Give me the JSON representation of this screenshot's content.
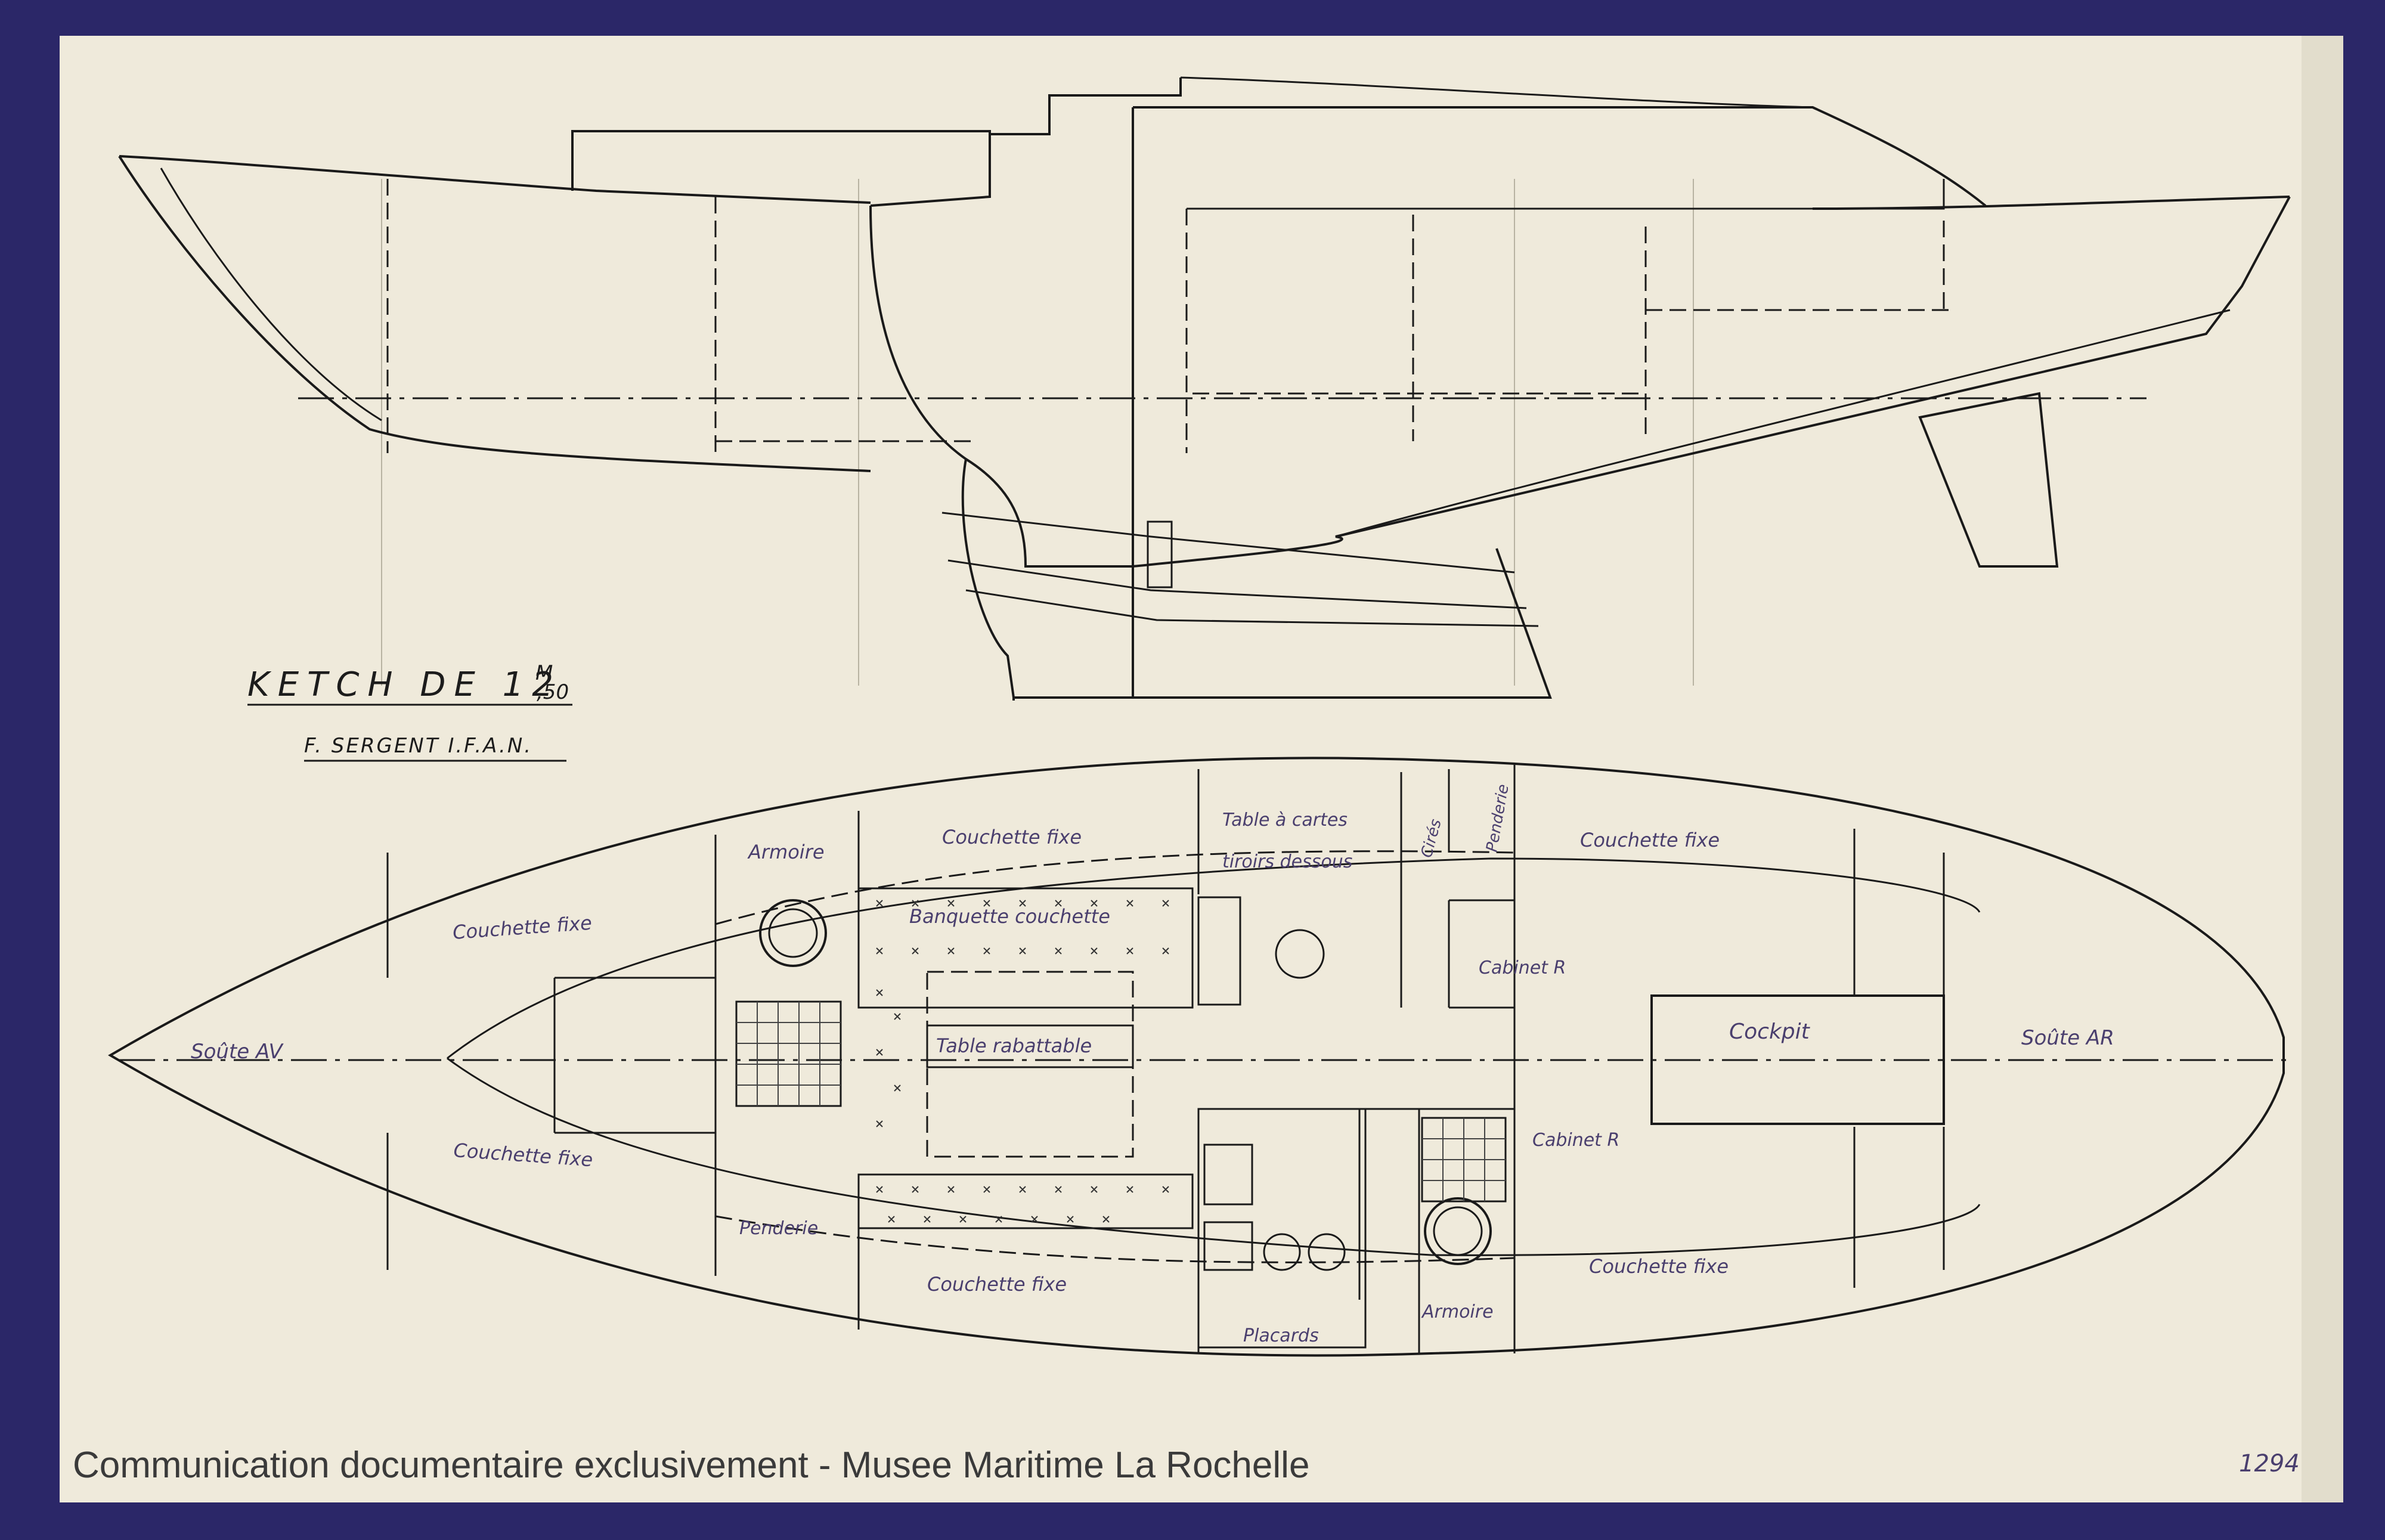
{
  "drawing": {
    "title_main": "KETCH DE 12",
    "title_sup": "M",
    "title_sub": ",50",
    "author": "F. SERGENT I.F.A.N.",
    "caption": "Communication documentaire exclusivement - Musee Maritime La Rochelle",
    "sheet_number": "1294"
  },
  "labels": {
    "soute_av": "Soûte AV",
    "soute_ar": "Soûte AR",
    "armoire_top": "Armoire",
    "couchette_fixe_top_mid": "Couchette fixe",
    "table_a_cartes": "Table à cartes",
    "tiroirs_dessous": "tiroirs dessous",
    "cires": "Cirés",
    "penderie_top": "Penderie",
    "couchette_fixe_top_aft": "Couchette fixe",
    "couchette_fixe_fwd_top": "Couchette fixe",
    "banquette_couchette": "Banquette couchette",
    "cabinet_top": "Cabinet R",
    "table_rabattable": "Table rabattable",
    "cockpit": "Cockpit",
    "couchette_fixe_fwd_bottom": "Couchette fixe",
    "cabinet_bottom": "Cabinet R",
    "penderie_bottom": "Penderie",
    "couchette_fixe_bottom_mid": "Couchette fixe",
    "couchette_fixe_bottom_aft": "Couchette fixe",
    "placards": "Placards",
    "armoire_bottom": "Armoire"
  },
  "colors": {
    "paper": "#efeadb",
    "border": "#2b2768",
    "ink": "#1a1a1a",
    "handwriting": "#4a3f6e"
  }
}
